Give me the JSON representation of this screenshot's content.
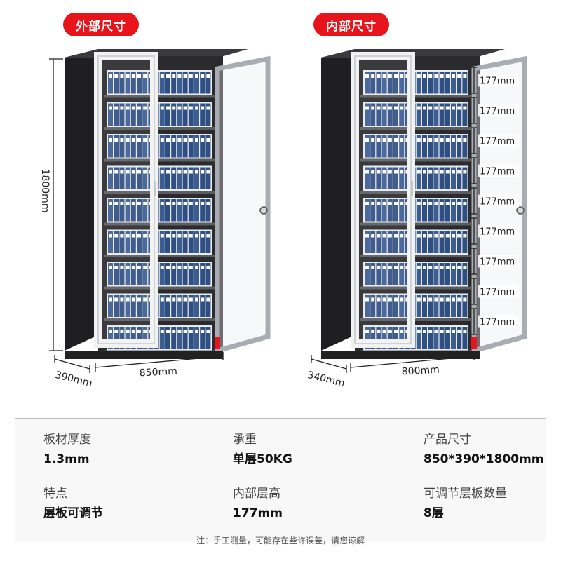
{
  "headings": {
    "external": "外部尺寸",
    "internal": "内部尺寸"
  },
  "external_dims": {
    "height": "1800mm",
    "depth": "390mm",
    "width": "850mm"
  },
  "internal_dims": {
    "depth": "340mm",
    "width": "800mm",
    "shelf_heights": [
      "177mm",
      "177mm",
      "177mm",
      "177mm",
      "177mm",
      "177mm",
      "177mm",
      "177mm",
      "177mm"
    ]
  },
  "specs": {
    "thickness": {
      "label": "板材厚度",
      "value": "1.3mm"
    },
    "load": {
      "label": "承重",
      "value": "单层50KG"
    },
    "size": {
      "label": "产品尺寸",
      "value": "850*390*1800mm"
    },
    "feature": {
      "label": "特点",
      "value": "层板可调节"
    },
    "inner_height": {
      "label": "内部层高",
      "value": "177mm"
    },
    "shelf_count": {
      "label": "可调节层板数量",
      "value": "8层"
    }
  },
  "footnote": "注：手工测量，可能存在些许误差，请您谅解",
  "colors": {
    "accent": "#e8141c",
    "cabinet_body": "#2b2b2d",
    "door_frame": "#a9adb3",
    "binder": "#2f4f83"
  }
}
